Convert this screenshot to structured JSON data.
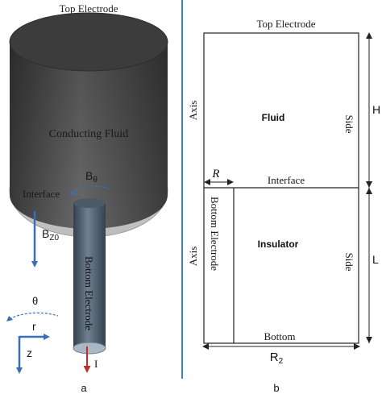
{
  "panel_a": {
    "top_electrode_label": "Top Electrode",
    "fluid_label": "Conducting Fluid",
    "interface_label": "Interface",
    "b_theta_main": "B",
    "b_theta_sub": "θ",
    "b_z0_main": "B",
    "b_z0_sub": "Z0",
    "bottom_electrode_label": "Bottom Electrode",
    "current_label": "I",
    "theta_label": "θ",
    "r_label": "r",
    "z_label": "z",
    "panel_label": "a"
  },
  "panel_b": {
    "top_electrode_label": "Top Electrode",
    "axis_upper_label": "Axis",
    "fluid_label": "Fluid",
    "side_upper_label": "Side",
    "h_label": "H",
    "r_label": "R",
    "interface_label": "Interface",
    "axis_lower_label": "Axis",
    "bottom_electrode_label": "Bottom Electrode",
    "insulator_label": "Insulator",
    "side_lower_label": "Side",
    "l_label": "L",
    "bottom_label": "Bottom",
    "r2_main": "R",
    "r2_sub": "2",
    "panel_label": "b"
  },
  "colors": {
    "cylinder_top_dark": "#3f3f3f",
    "cylinder_mid": "#5c5c5c",
    "base_disk": "#d0d0d0",
    "electrode_rod": "#5c6e80",
    "arrow_blue": "#3a6fb5",
    "current_red": "#c0302a",
    "divider_blue": "#3c82c8"
  }
}
